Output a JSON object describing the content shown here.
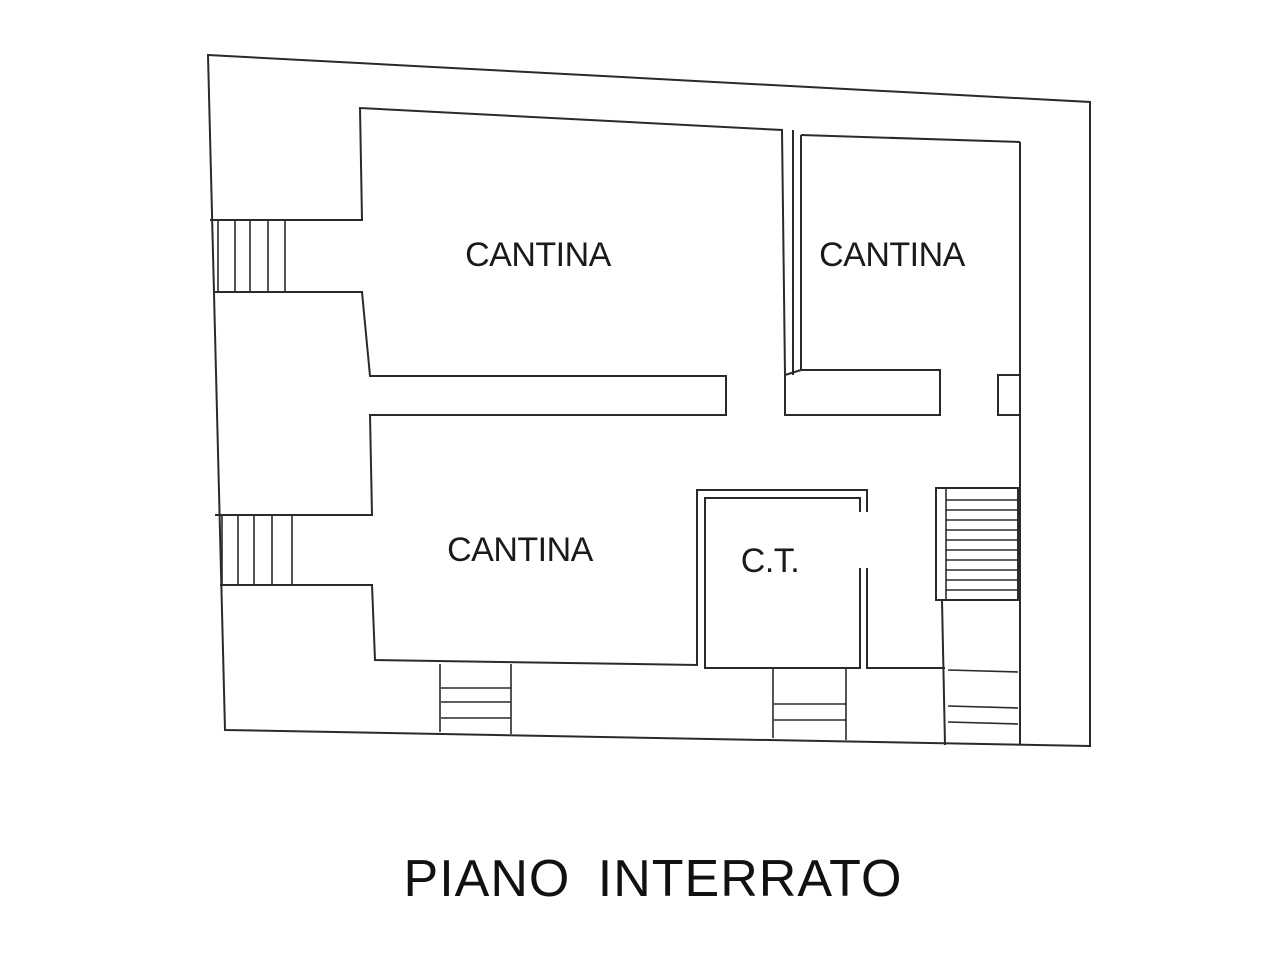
{
  "floor": {
    "title": "PIANO INTERRATO"
  },
  "rooms": {
    "cantina_top_left": "CANTINA",
    "cantina_top_right": "CANTINA",
    "cantina_bottom": "CANTINA",
    "centrale_termica": "C.T."
  },
  "colors": {
    "line": "#2a2a2a",
    "background": "#ffffff"
  }
}
